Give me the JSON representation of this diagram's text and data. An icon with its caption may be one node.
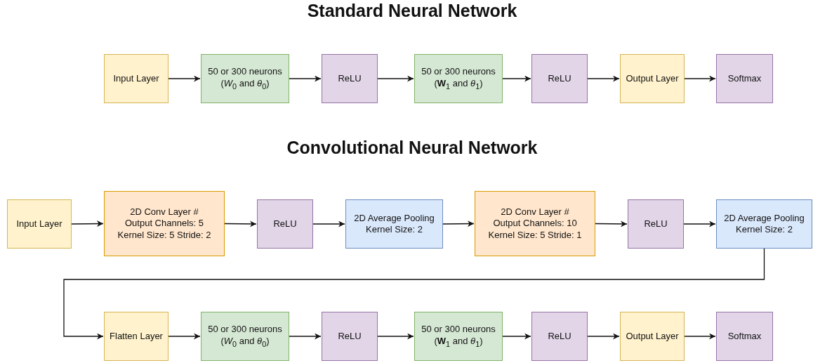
{
  "diagram": {
    "title": "Standard Neural Network",
    "nodes": [
      {
        "text": [
          "Input Layer"
        ]
      },
      {
        "text": [
          "50 or 300 neurons",
          "(*W*$_{0}$ and *θ*$_{0}$)"
        ]
      },
      {
        "text": [
          "ReLU"
        ]
      },
      {
        "text": [
          "50 or 300 neurons",
          "(**W**$_{1}$ and *θ*$_{1}$)"
        ]
      },
      {
        "text": [
          "ReLU"
        ]
      },
      {
        "text": [
          "Output Layer"
        ]
      },
      {
        "text": [
          "Softmax"
        ]
      },
      {
        "text": [
          "Input Layer"
        ]
      },
      {
        "text": [
          "2D Conv Layer # Output Channels: 5 Kernel Size: 5 Stride: 2"
        ]
      },
      {
        "text": [
          "ReLU"
        ]
      },
      {
        "text": [
          "2D Average Pooling Kernel Size: 2"
        ]
      },
      {
        "text": [
          "2D Conv Layer # Output Channels: 10 Kernel Size: 5 Stride: 1"
        ]
      },
      {
        "text": [
          "ReLU"
        ]
      },
      {
        "text": [
          "2D Average Pooling Kernel Size: 2"
        ]
      },
      {
        "text": [
          "Flatten Layer"
        ]
      },
      {
        "text": [
          "50 or 300 neurons",
          "(*W*$_{0}$ and *θ*$_{0}$)"
        ]
      },
      {
        "text": [
          "ReLU"
        ]
      },
      {
        "text": [
          "50 or 300 neurons",
          "(**W**$_{1}$ and *θ*$_{1}$)"
        ]
      },
      {
        "text": [
          "ReLU"
        ]
      },
      {
        "text": [
          "Output Layer"
        ]
      },
      {
        "text": [
          "Softmax"
        ]
      }
    ],
    "edges": [
      {
        "from": 0,
        "to": 1,
        "arrow": "to"
      },
      {
        "from": 1,
        "to": 2,
        "arrow": "to"
      },
      {
        "from": 2,
        "to": 3,
        "arrow": "to"
      },
      {
        "from": 3,
        "to": 4,
        "arrow": "to"
      },
      {
        "from": 4,
        "to": 5,
        "arrow": "to"
      },
      {
        "from": 5,
        "to": 6,
        "arrow": "to"
      },
      {
        "from": 7,
        "to": 8,
        "arrow": "to"
      },
      {
        "from": 8,
        "to": 9,
        "arrow": "to"
      },
      {
        "from": 9,
        "to": 10,
        "arrow": "to"
      },
      {
        "from": 10,
        "to": 11,
        "arrow": "to"
      },
      {
        "from": 11,
        "to": 12,
        "arrow": "to"
      },
      {
        "from": 12,
        "to": 13,
        "arrow": "to"
      },
      {
        "from": 13,
        "to": 14,
        "arrow": "to"
      },
      {
        "from": 14,
        "to": 15,
        "arrow": "to"
      },
      {
        "from": 15,
        "to": 16,
        "arrow": "to"
      },
      {
        "from": 16,
        "to": 17,
        "arrow": "to"
      },
      {
        "from": 17,
        "to": 18,
        "arrow": "to"
      },
      {
        "from": 18,
        "to": 19,
        "arrow": "to"
      },
      {
        "from": 19,
        "to": 20,
        "arrow": "to"
      }
    ],
    "labels": [
      "Convolutional Neural Network"
    ]
  }
}
